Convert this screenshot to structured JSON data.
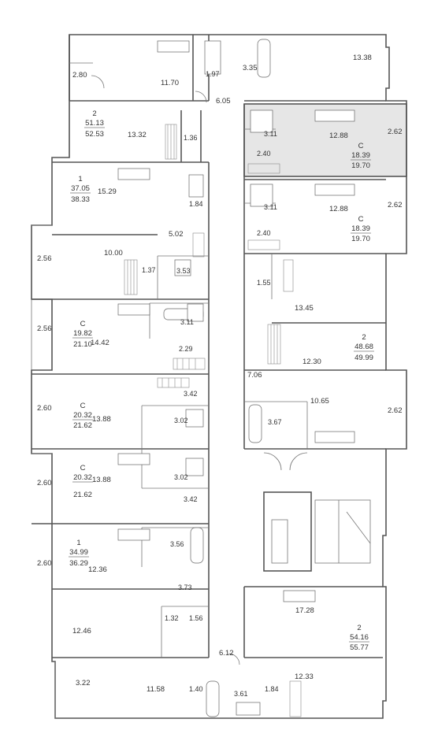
{
  "colors": {
    "highlight": "#e6e6e6",
    "wall": "#555555",
    "background": "#ffffff"
  },
  "rooms": [
    {
      "id": "r1",
      "area": "2.80"
    },
    {
      "id": "r2",
      "area": "11.70"
    },
    {
      "id": "r3",
      "area": "1.97"
    },
    {
      "id": "r4",
      "area": "3.35"
    },
    {
      "id": "r5",
      "area": "13.38"
    },
    {
      "id": "r6",
      "area": "6.05"
    },
    {
      "id": "r7",
      "area": "13.32"
    },
    {
      "id": "r8",
      "area": "1.36"
    },
    {
      "id": "r9",
      "area": "3.11"
    },
    {
      "id": "r10",
      "area": "12.88"
    },
    {
      "id": "r11",
      "area": "2.62"
    },
    {
      "id": "r12",
      "area": "2.40"
    },
    {
      "id": "r13",
      "area": "15.29"
    },
    {
      "id": "r14",
      "area": "1.84"
    },
    {
      "id": "r15",
      "area": "3.11"
    },
    {
      "id": "r16",
      "area": "12.88"
    },
    {
      "id": "r17",
      "area": "2.62"
    },
    {
      "id": "r18",
      "area": "2.40"
    },
    {
      "id": "r19",
      "area": "5.02"
    },
    {
      "id": "r20",
      "area": "2.56"
    },
    {
      "id": "r21",
      "area": "10.00"
    },
    {
      "id": "r22",
      "area": "1.37"
    },
    {
      "id": "r23",
      "area": "3.53"
    },
    {
      "id": "r24",
      "area": "1.55"
    },
    {
      "id": "r25",
      "area": "13.45"
    },
    {
      "id": "r26",
      "area": "2.56"
    },
    {
      "id": "r27",
      "area": "14.42"
    },
    {
      "id": "r28",
      "area": "3.11"
    },
    {
      "id": "r29",
      "area": "2.29"
    },
    {
      "id": "r30",
      "area": "12.30"
    },
    {
      "id": "r31",
      "area": "3.42"
    },
    {
      "id": "r32",
      "area": "7.06"
    },
    {
      "id": "r33",
      "area": "2.60"
    },
    {
      "id": "r34",
      "area": "13.88"
    },
    {
      "id": "r35",
      "area": "3.02"
    },
    {
      "id": "r36",
      "area": "10.65"
    },
    {
      "id": "r37",
      "area": "3.67"
    },
    {
      "id": "r38",
      "area": "2.62"
    },
    {
      "id": "r39",
      "area": "2.60"
    },
    {
      "id": "r40",
      "area": "13.88"
    },
    {
      "id": "r41",
      "area": "3.02"
    },
    {
      "id": "r42",
      "area": "3.42"
    },
    {
      "id": "r43",
      "area": "3.56"
    },
    {
      "id": "r44",
      "area": "2.60"
    },
    {
      "id": "r45",
      "area": "12.36"
    },
    {
      "id": "r46",
      "area": "3.73"
    },
    {
      "id": "r47",
      "area": "17.28"
    },
    {
      "id": "r48",
      "area": "1.32"
    },
    {
      "id": "r49",
      "area": "1.56"
    },
    {
      "id": "r50",
      "area": "12.46"
    },
    {
      "id": "r51",
      "area": "6.12"
    },
    {
      "id": "r52",
      "area": "12.33"
    },
    {
      "id": "r53",
      "area": "3.22"
    },
    {
      "id": "r54",
      "area": "11.58"
    },
    {
      "id": "r55",
      "area": "1.40"
    },
    {
      "id": "r56",
      "area": "3.61"
    },
    {
      "id": "r57",
      "area": "1.84"
    }
  ],
  "apartments": [
    {
      "id": "a1",
      "type": "2",
      "living_area": "51.13",
      "total_area": "52.53"
    },
    {
      "id": "a2",
      "type": "C",
      "living_area": "18.39",
      "total_area": "19.70",
      "highlighted": true
    },
    {
      "id": "a3",
      "type": "1",
      "living_area": "37.05",
      "total_area": "38.33"
    },
    {
      "id": "a4",
      "type": "C",
      "living_area": "18.39",
      "total_area": "19.70"
    },
    {
      "id": "a5",
      "type": "C",
      "living_area": "19.82",
      "total_area": "21.10"
    },
    {
      "id": "a6",
      "type": "2",
      "living_area": "48.68",
      "total_area": "49.99"
    },
    {
      "id": "a7",
      "type": "C",
      "living_area": "20.32",
      "total_area": "21.62"
    },
    {
      "id": "a8",
      "type": "C",
      "living_area": "20.32",
      "total_area": "21.62"
    },
    {
      "id": "a9",
      "type": "1",
      "living_area": "34.99",
      "total_area": "36.29"
    },
    {
      "id": "a10",
      "type": "2",
      "living_area": "54.16",
      "total_area": "55.77"
    }
  ]
}
